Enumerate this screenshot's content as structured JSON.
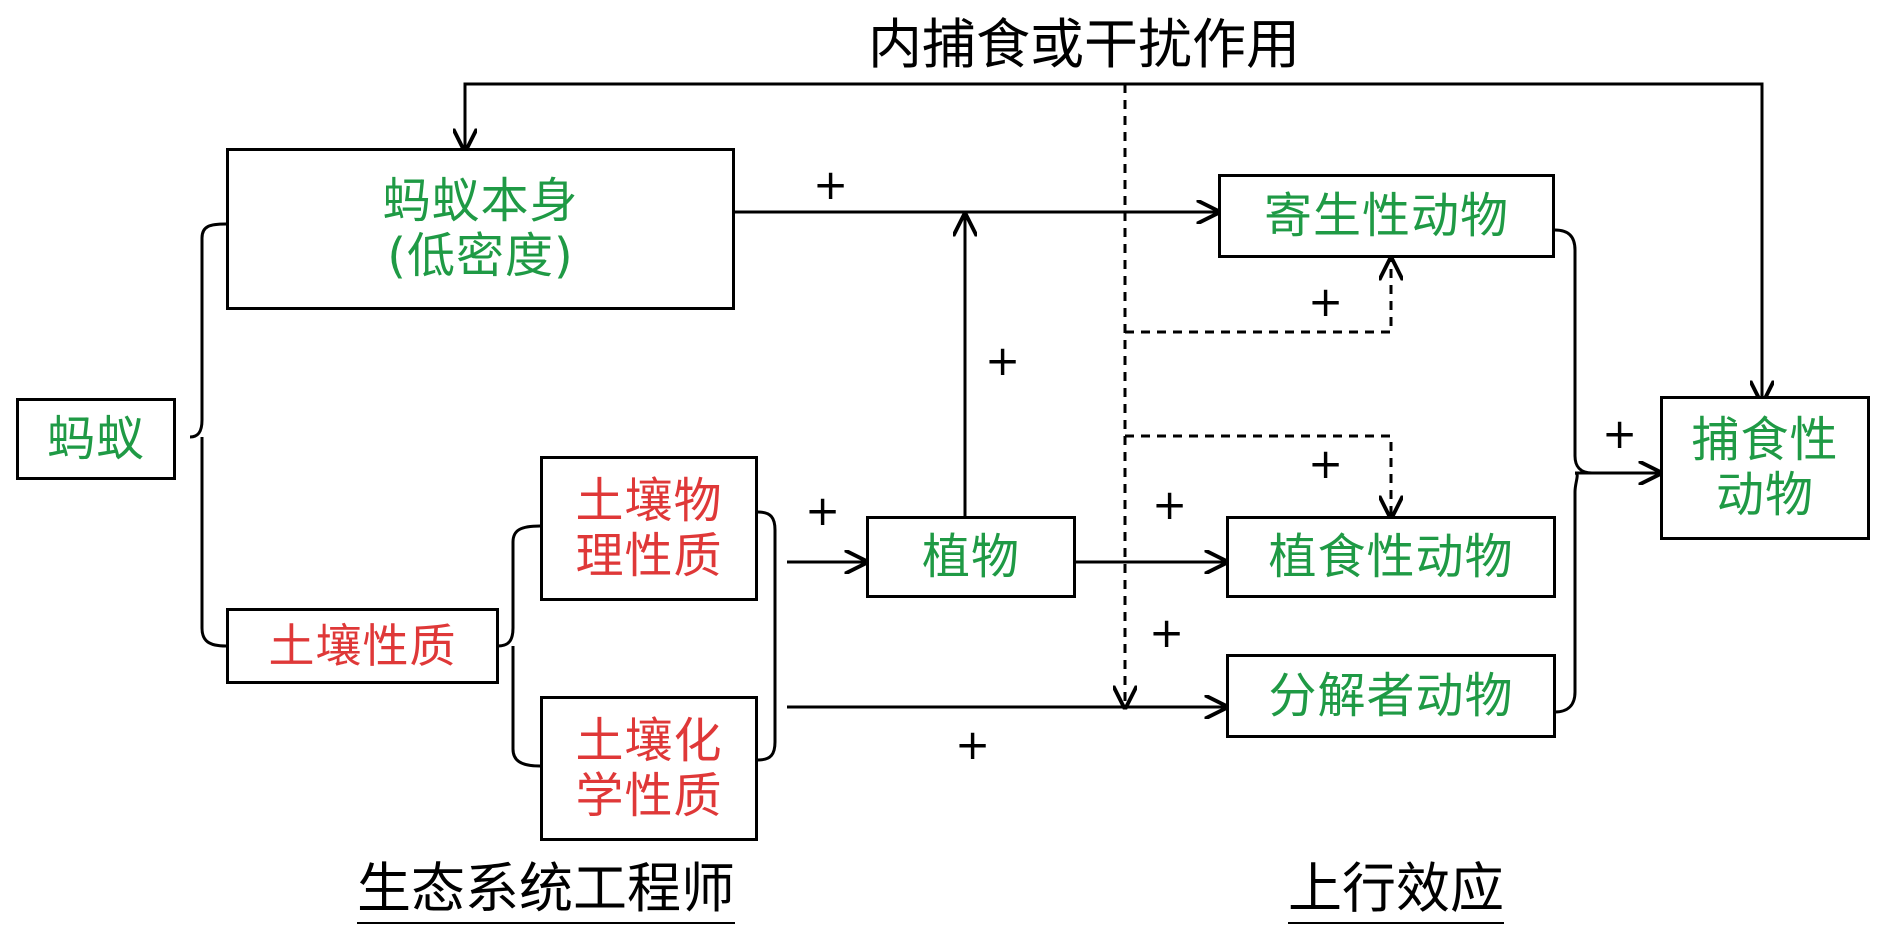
{
  "header": {
    "title": "内捕食或干扰作用"
  },
  "nodes": {
    "ants": "蚂蚁",
    "ants_self_line1": "蚂蚁本身",
    "ants_self_line2": "(低密度)",
    "soil_properties": "土壤性质",
    "soil_physical_line1": "土壤物",
    "soil_physical_line2": "理性质",
    "soil_chemical_line1": "土壤化",
    "soil_chemical_line2": "学性质",
    "plants": "植物",
    "parasitic_animals": "寄生性动物",
    "herbivorous_animals": "植食性动物",
    "decomposer_animals": "分解者动物",
    "predatory_animals_line1": "捕食性",
    "predatory_animals_line2": "动物"
  },
  "signs": {
    "ants_to_parasitic": "+",
    "dashed_to_parasitic": "+",
    "plants_to_parasitic": "+",
    "soil_to_plants": "+",
    "dashed_to_herbivorous": "+",
    "plants_to_herbivorous": "+",
    "dashed_to_decomposer": "+",
    "soil_to_decomposer": "+",
    "to_predatory": "+"
  },
  "footer": {
    "left_label": "生态系统工程师",
    "right_label": "上行效应"
  },
  "colors": {
    "green": "#1f9a45",
    "red": "#df3838",
    "stroke": "#000000",
    "background": "#ffffff"
  }
}
